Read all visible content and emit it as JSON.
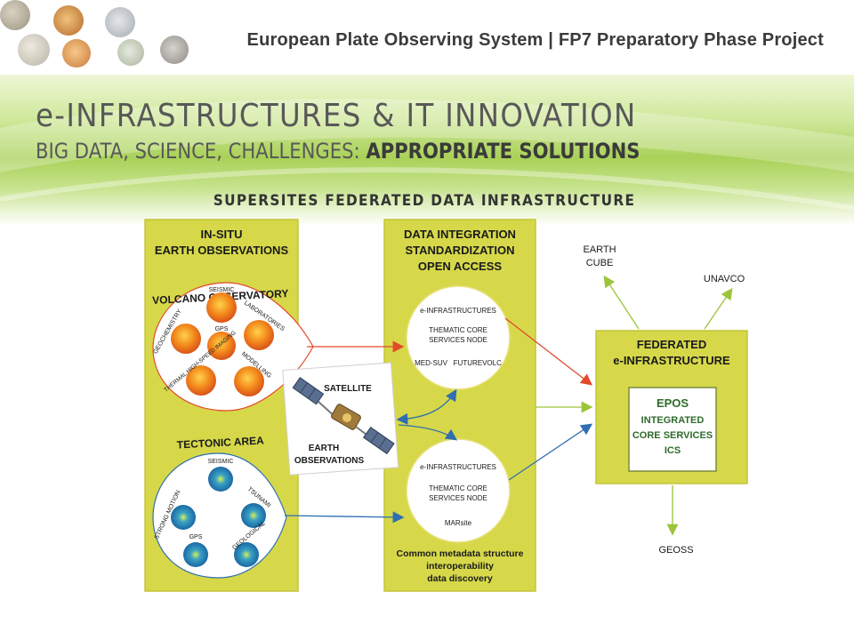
{
  "header": {
    "title": "European Plate Observing System | FP7 Preparatory Phase Project"
  },
  "slide": {
    "title_line1": "e-INFRASTRUCTURES & IT INNOVATION",
    "title_line2_plain": "BIG DATA, SCIENCE, CHALLENGES: ",
    "title_line2_bold": "APPROPRIATE SOLUTIONS"
  },
  "diagram": {
    "title": "SUPERSITES FEDERATED DATA INFRASTRUCTURE",
    "insitu_panel": {
      "heading_line1": "IN-SITU",
      "heading_line2": "EARTH OBSERVATIONS",
      "volcano": {
        "label": "VOLCANO OBSERVATORY",
        "nodes": [
          "SEISMIC",
          "GEOCHEMISTRY",
          "GPS",
          "LABORATORIES",
          "THERMAL HIGH-SPEED IMAGING",
          "MODELLING"
        ]
      },
      "tectonic": {
        "label": "TECTONIC AREA",
        "nodes": [
          "SEISMIC",
          "STRONG MOTION",
          "TSUNAMI",
          "GPS",
          "GEOLOGICAL"
        ]
      }
    },
    "integration_panel": {
      "heading_line1": "DATA INTEGRATION",
      "heading_line2": "STANDARDIZATION",
      "heading_line3": "OPEN ACCESS",
      "node_top": {
        "line1": "e-INFRASTRUCTURES",
        "line2": "THEMATIC CORE",
        "line3": "SERVICES NODE",
        "line4": "MED-SUV   FUTUREVOLC"
      },
      "node_bottom": {
        "line1": "e-INFRASTRUCTURES",
        "line2": "THEMATIC CORE",
        "line3": "SERVICES NODE",
        "line4": "MARsite"
      },
      "footer_line1": "Common metadata structure",
      "footer_line2": "interoperability",
      "footer_line3": "data discovery"
    },
    "satellite_box": {
      "label": "SATELLITE",
      "caption_line1": "EARTH",
      "caption_line2": "OBSERVATIONS"
    },
    "federated_panel": {
      "heading_line1": "FEDERATED",
      "heading_line2": "e-INFRASTRUCTURE",
      "epos_line1": "EPOS",
      "epos_line2": "INTEGRATED",
      "epos_line3": "CORE SERVICES",
      "epos_line4": "ICS"
    },
    "outputs": {
      "earthcube_line1": "EARTH",
      "earthcube_line2": "CUBE",
      "unavco": "UNAVCO",
      "geoss": "GEOSS"
    },
    "colors": {
      "panel_fill": "#d6d84a",
      "panel_border": "#c9cb3a",
      "volcano_arrow": "#e34a2b",
      "tectonic_arrow": "#2f6fb0",
      "output_arrow": "#a8cc3f",
      "epos_text": "#2f6b2a",
      "orange_node": "#f0861a",
      "blue_node": "#1c76b8"
    }
  }
}
